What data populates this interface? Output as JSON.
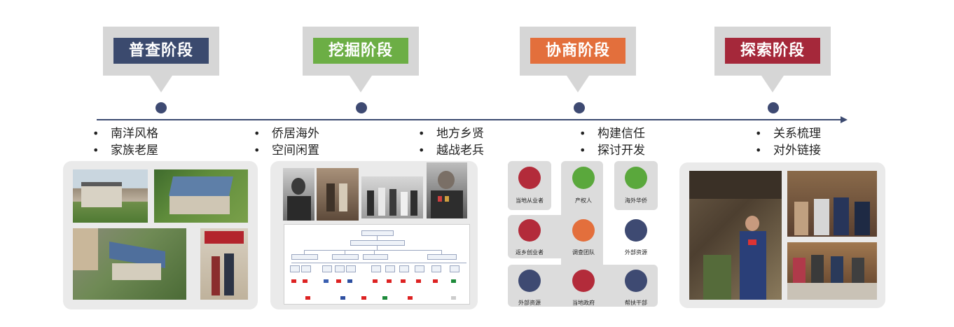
{
  "stages": [
    {
      "label": "普查阶段",
      "color": "#3b4a6e"
    },
    {
      "label": "挖掘阶段",
      "color": "#6cae45"
    },
    {
      "label": "协商阶段",
      "color": "#e36f3c"
    },
    {
      "label": "探索阶段",
      "color": "#a5283a"
    }
  ],
  "bullets": {
    "survey": [
      "南洋风格",
      "家族老屋"
    ],
    "explore_a": [
      "侨居海外",
      "空间闲置"
    ],
    "explore_b": [
      "地方乡贤",
      "越战老兵"
    ],
    "negotiate": [
      "构建信任",
      "探讨开发"
    ],
    "discover": [
      "关系梳理",
      "对外链接"
    ]
  },
  "network": {
    "nodes": [
      {
        "label": "当地从业者",
        "color": "#b32b3a"
      },
      {
        "label": "产权人",
        "color": "#5aa83c"
      },
      {
        "label": "海外华侨",
        "color": "#5aa83c"
      },
      {
        "label": "返乡创业者",
        "color": "#b32b3a"
      },
      {
        "label": "调查团队",
        "color": "#e36f3c"
      },
      {
        "label": "外部资源",
        "color": "#3e4a72"
      },
      {
        "label": "外部资源",
        "color": "#3e4a72"
      },
      {
        "label": "当地政府",
        "color": "#b32b3a"
      },
      {
        "label": "帮扶干部",
        "color": "#3e4a72"
      }
    ]
  }
}
